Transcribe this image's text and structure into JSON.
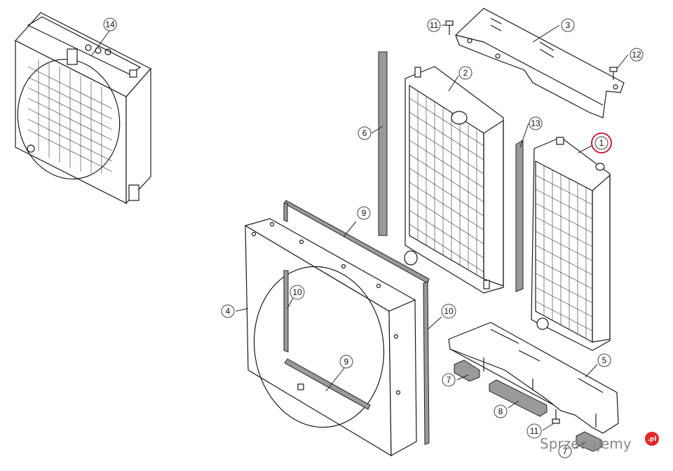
{
  "callouts": [
    {
      "id": "c1",
      "label": "1",
      "highlight": true
    },
    {
      "id": "c2",
      "label": "2"
    },
    {
      "id": "c3",
      "label": "3"
    },
    {
      "id": "c4",
      "label": "4"
    },
    {
      "id": "c5",
      "label": "5"
    },
    {
      "id": "c6",
      "label": "6"
    },
    {
      "id": "c7a",
      "label": "7"
    },
    {
      "id": "c7b",
      "label": "7"
    },
    {
      "id": "c8",
      "label": "8"
    },
    {
      "id": "c9a",
      "label": "9"
    },
    {
      "id": "c9b",
      "label": "9"
    },
    {
      "id": "c10a",
      "label": "10"
    },
    {
      "id": "c10b",
      "label": "10"
    },
    {
      "id": "c11a",
      "label": "11"
    },
    {
      "id": "c11b",
      "label": "11"
    },
    {
      "id": "c12",
      "label": "12"
    },
    {
      "id": "c13",
      "label": "13"
    },
    {
      "id": "c14",
      "label": "14"
    }
  ],
  "watermark": {
    "text": "Sprzedajemy",
    "badge": ".pl"
  },
  "colors": {
    "highlight": "#c8102e",
    "gasket": "#9a9a9a",
    "line": "#1a1a1a"
  }
}
